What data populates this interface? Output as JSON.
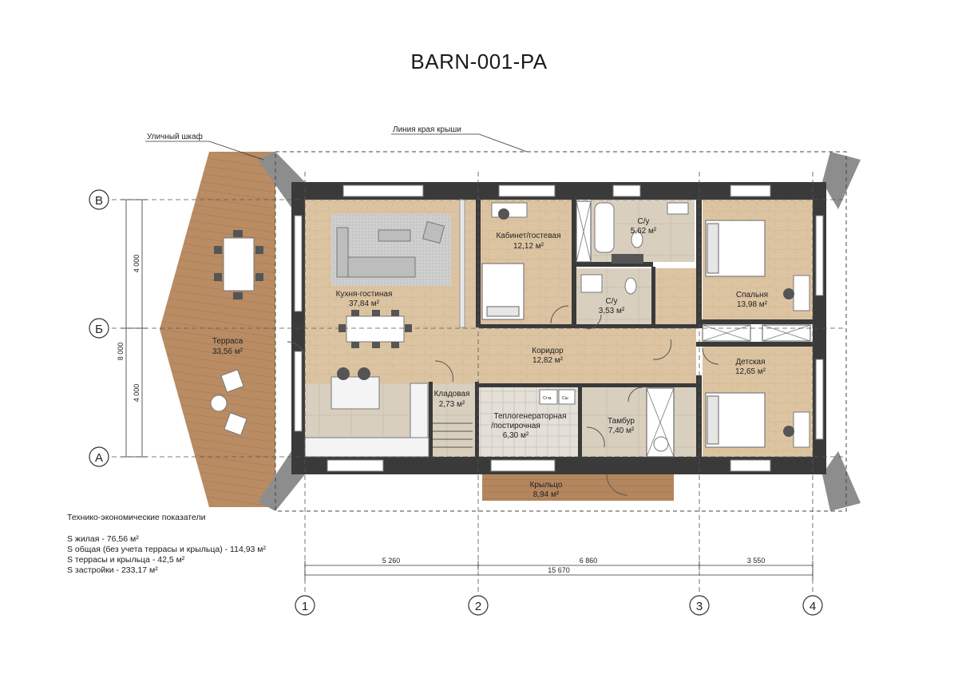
{
  "title": "BARN-001-PA",
  "callouts": {
    "street_cabinet": "Уличный шкаф",
    "roof_edge": "Линия края крыши"
  },
  "rooms": [
    {
      "key": "living",
      "name": "Кухня-гостиная",
      "area": "37,84 м²"
    },
    {
      "key": "office",
      "name": "Кабинет/гостевая",
      "area": "12,12 м²"
    },
    {
      "key": "bath1",
      "name": "С/у",
      "area": "5,62 м²"
    },
    {
      "key": "bath2",
      "name": "С/у",
      "area": "3,53 м²"
    },
    {
      "key": "bedroom",
      "name": "Спальня",
      "area": "13,98 м²"
    },
    {
      "key": "terrace",
      "name": "Терраса",
      "area": "33,56 м²"
    },
    {
      "key": "corridor",
      "name": "Коридор",
      "area": "12,82 м²"
    },
    {
      "key": "kids",
      "name": "Детская",
      "area": "12,65 м²"
    },
    {
      "key": "pantry",
      "name": "Кладовая",
      "area": "2,73 м²"
    },
    {
      "key": "boiler",
      "name": "Теплогенераторная",
      "name2": "/постирочная",
      "area": "6,30 м²"
    },
    {
      "key": "vestibule",
      "name": "Тамбур",
      "area": "7,40 м²"
    },
    {
      "key": "porch",
      "name": "Крыльцо",
      "area": "8,94 м²"
    }
  ],
  "axes": {
    "rows": [
      "В",
      "Б",
      "А"
    ],
    "cols": [
      "1",
      "2",
      "3",
      "4"
    ]
  },
  "dimensions": {
    "vertical": [
      "4 000",
      "8 000",
      "4 000"
    ],
    "horizontal": [
      "5 260",
      "6 860",
      "3 550"
    ],
    "total": "15 670"
  },
  "appliances": {
    "washer": "Ст.м.",
    "dryer": "Сш"
  },
  "tech": {
    "heading": "Технико-экономические показатели",
    "lines": [
      "S жилая - 76,56 м²",
      "S общая (без учета террасы и крыльца) - 114,93 м²",
      "S террасы и крыльца - 42,5 м²",
      "S застройки - 233,17 м²"
    ]
  },
  "colors": {
    "wood_floor": "#d9bf9c",
    "deck": "#b98c63",
    "wall": "#3a3a3a",
    "tile": "#d6d0c6",
    "roof_corner": "#8d8d8d"
  }
}
